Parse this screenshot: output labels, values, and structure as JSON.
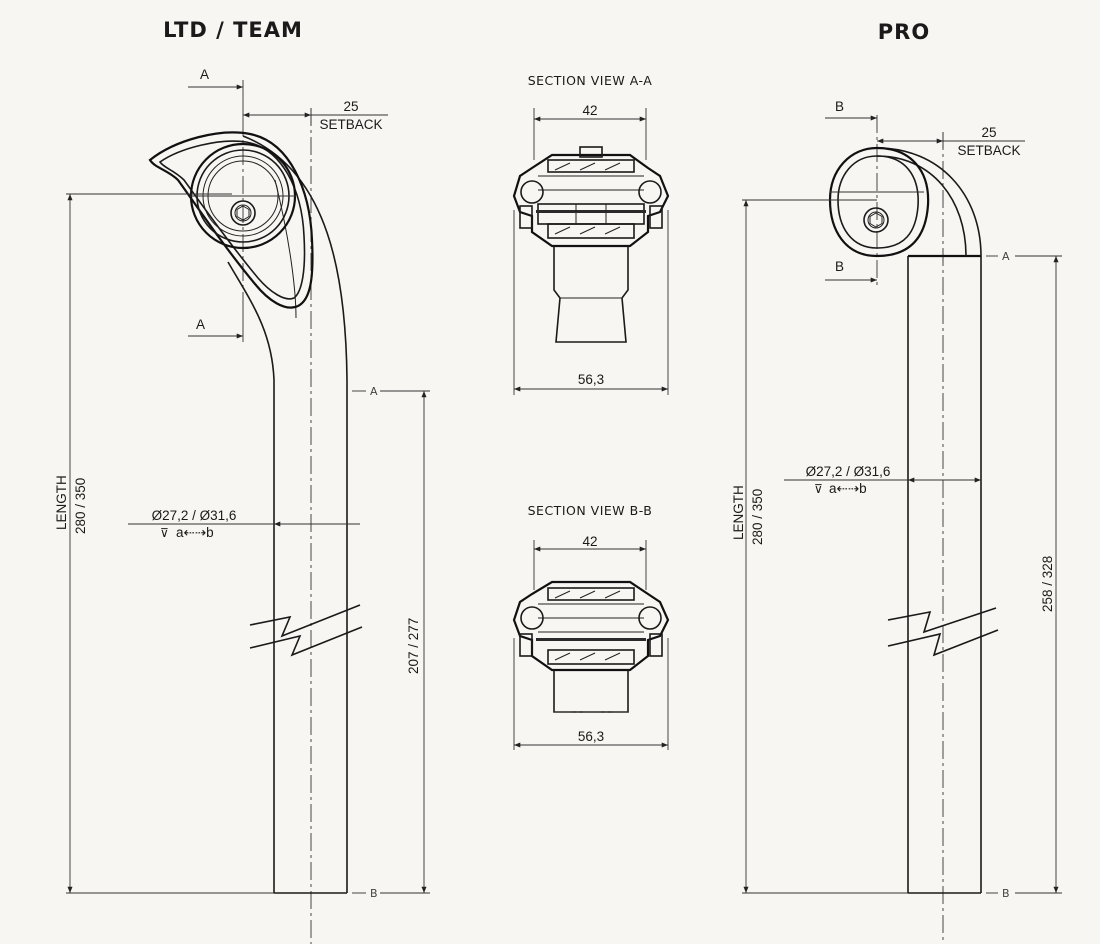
{
  "titles": {
    "left": "LTD / TEAM",
    "right": "PRO"
  },
  "ltd": {
    "section_marker_top": "A",
    "section_marker_bottom": "A",
    "setback_value": "25",
    "setback_label": "SETBACK",
    "length_label": "LENGTH",
    "length_value": "280 / 350",
    "diameter": "Ø27,2  /  Ø31,6",
    "diameter_sub": "a⇠⇢b",
    "insert_value": "207 / 277",
    "ref_top": "A",
    "ref_bottom": "B"
  },
  "section_aa": {
    "title": "SECTION VIEW A-A",
    "top_width": "42",
    "bottom_width": "56,3"
  },
  "section_bb": {
    "title": "SECTION VIEW B-B",
    "top_width": "42",
    "bottom_width": "56,3"
  },
  "pro": {
    "section_marker_top": "B",
    "section_marker_bottom": "B",
    "setback_value": "25",
    "setback_label": "SETBACK",
    "length_label": "LENGTH",
    "length_value": "280 / 350",
    "diameter": "Ø27,2  /  Ø31,6",
    "diameter_sub": "a⇠⇢b",
    "insert_value": "258  /  328",
    "ref_top": "A",
    "ref_bottom": "B"
  },
  "colors": {
    "background": "#f8f6f2",
    "line": "#1a1a1a"
  }
}
